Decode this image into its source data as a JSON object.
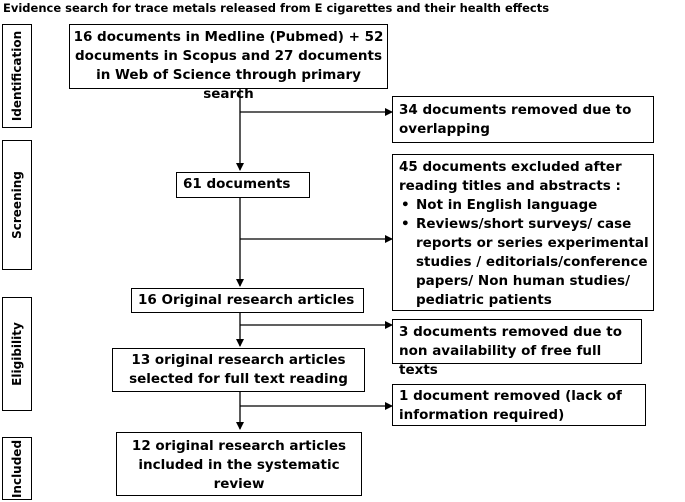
{
  "title": "Evidence search for trace metals released from E cigarettes and their health effects",
  "stages": {
    "identification": "Identification",
    "screening": "Screening",
    "eligibility": "Eligibility",
    "included": "Included"
  },
  "boxes": {
    "primary_search": "16 documents in Medline (Pubmed) + 52 documents in Scopus and 27 documents in Web of Science through primary search",
    "removed_overlap": "34 documents removed due to overlapping",
    "screened": "61 documents",
    "excluded_title": "45 documents excluded after reading titles and abstracts :",
    "excluded_reasons": [
      "Not in English language",
      "Reviews/short surveys/ case reports or series experimental studies / editorials/conference papers/ Non human studies/ pediatric patients"
    ],
    "original_articles": "16 Original research  articles",
    "removed_no_fulltext": "3 documents removed due to non availability of free full texts",
    "fulltext_selected": "13 original research articles selected for full text reading",
    "removed_lack_info": "1 document removed (lack of information required)",
    "included_review": "12 original research articles included in the systematic review"
  }
}
